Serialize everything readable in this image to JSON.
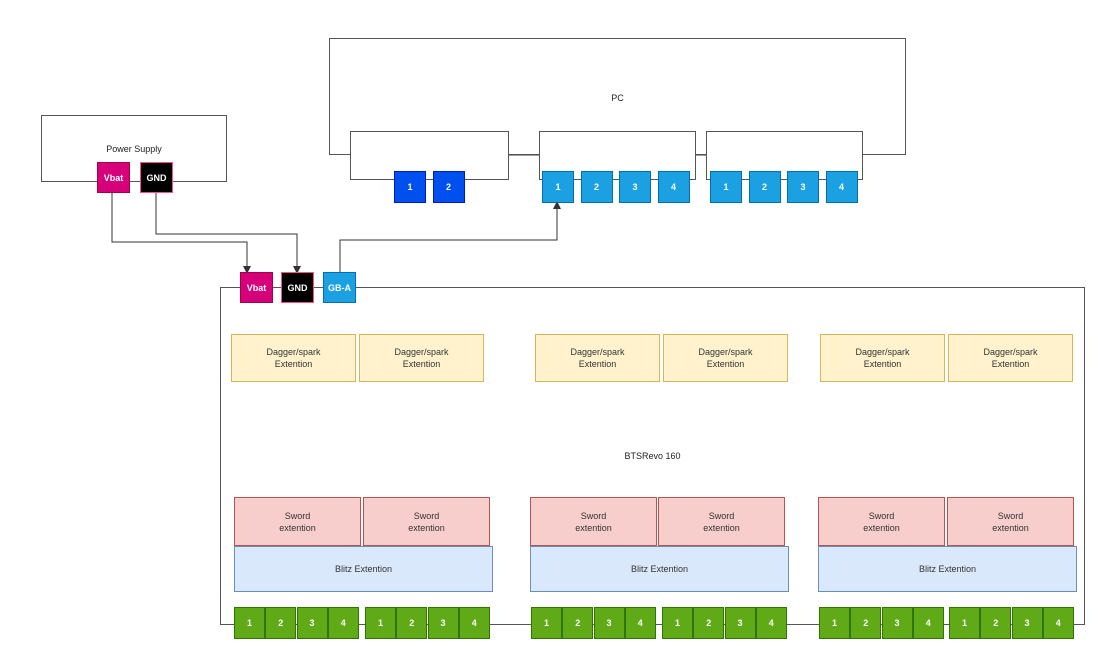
{
  "colors": {
    "vbat": "#d6007a",
    "gnd": "#000000",
    "gb": "#1ba1e2",
    "pc_port_dark": "#0050ef",
    "pc_port_light": "#1ba1e2",
    "green_port": "#60a917",
    "dagger_fill": "#fff2cc",
    "dagger_border": "#d6b656",
    "sword_fill": "#f8cecc",
    "sword_border": "#b85450",
    "blitz_fill": "#dae8fc",
    "blitz_border": "#6c8ebf"
  },
  "pc": {
    "title": "PC",
    "group_a_ports": [
      "1",
      "2"
    ],
    "group_b_ports": [
      "1",
      "2",
      "3",
      "4"
    ],
    "group_c_ports": [
      "1",
      "2",
      "3",
      "4"
    ]
  },
  "power_supply": {
    "title": "Power Supply",
    "vbat_label": "Vbat",
    "gnd_label": "GND"
  },
  "bts": {
    "title": "BTSRevo 160",
    "vbat_label": "Vbat",
    "gnd_label": "GND",
    "gba_label": "GB-A",
    "dagger_label": "Dagger/spark\nExtention",
    "sword_label": "Sword\nextention",
    "blitz_label": "Blitz Extention",
    "green_ports": [
      "1",
      "2",
      "3",
      "4"
    ]
  }
}
